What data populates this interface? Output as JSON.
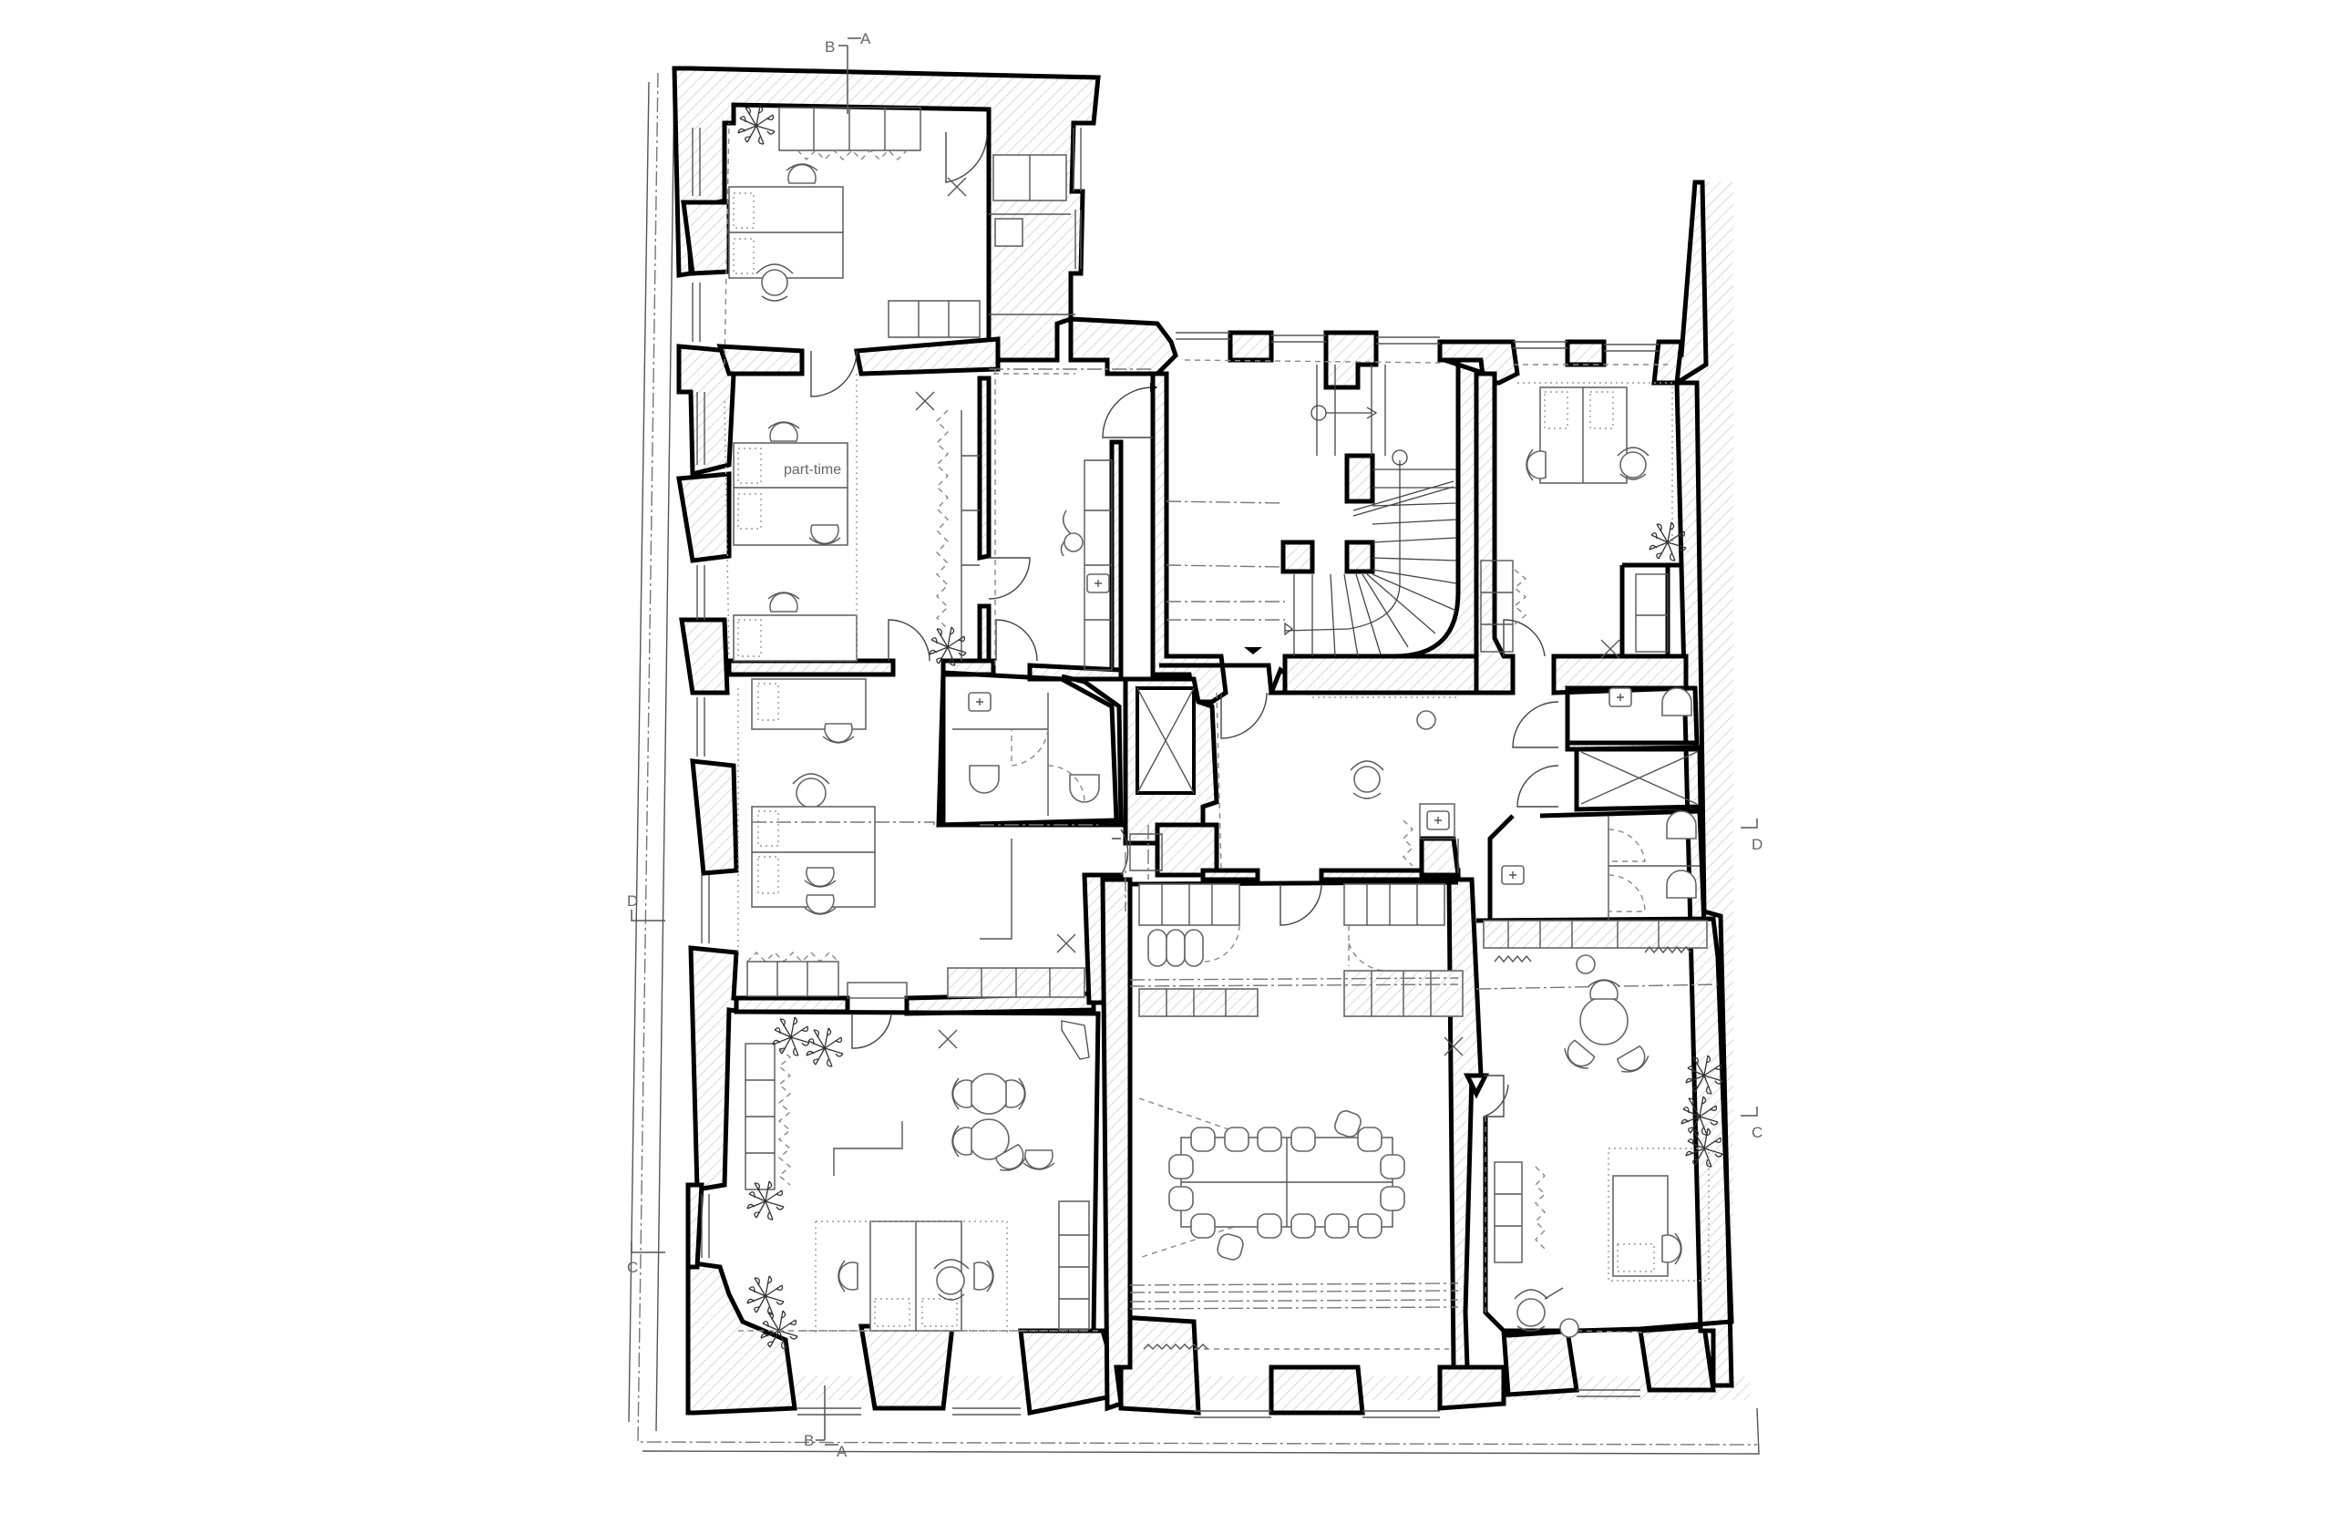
{
  "drawing": {
    "type": "architectural floor plan",
    "background": "#ffffff",
    "wall_color": "#000000",
    "furniture_color": "#666666"
  },
  "labels": {
    "part_time": "part-time"
  },
  "section_markers": {
    "top": {
      "left": "B",
      "right": "A"
    },
    "bottom": {
      "left": "B",
      "right": "A"
    },
    "left_d": "D",
    "left_c": "C",
    "right_d": "D",
    "right_c": "C"
  },
  "rooms": [
    {
      "id": "office-north",
      "desks": 2,
      "chairs": 2
    },
    {
      "id": "office-part-time",
      "desks": 4,
      "chairs": 4,
      "label": "part-time"
    },
    {
      "id": "office-west",
      "desks": 4,
      "chairs": 3
    },
    {
      "id": "office-southwest",
      "desks": 2,
      "chairs": 2,
      "round_tables": 2
    },
    {
      "id": "conference-room",
      "table_seats": 14
    },
    {
      "id": "office-southeast",
      "desks": 1,
      "round_tables": 1
    },
    {
      "id": "office-northeast",
      "desks": 2,
      "chairs": 2
    },
    {
      "id": "staircase"
    },
    {
      "id": "kitchen"
    },
    {
      "id": "hall"
    },
    {
      "id": "wc-west"
    },
    {
      "id": "wc-east"
    },
    {
      "id": "lift-shaft-west"
    },
    {
      "id": "lift-shaft-east"
    }
  ]
}
